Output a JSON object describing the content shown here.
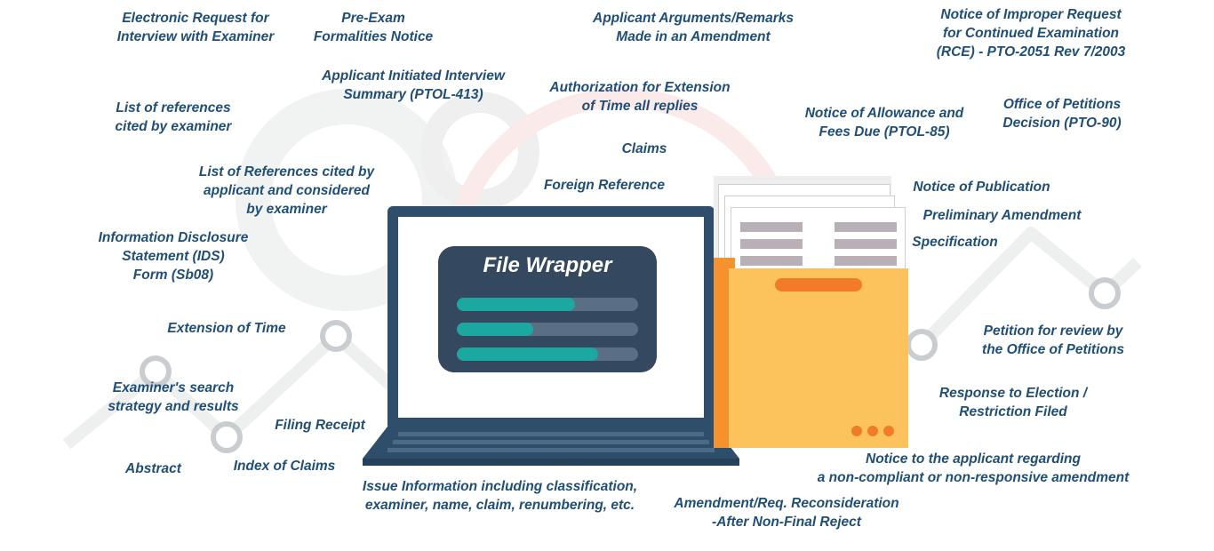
{
  "center": {
    "title": "File Wrapper",
    "progress": [
      0.65,
      0.42,
      0.78
    ]
  },
  "colors": {
    "label": "#1f4e78",
    "card": "#34485f",
    "teal": "#1aa8a0",
    "folder": "#fcc35c",
    "orange": "#f27b2b"
  },
  "labels": [
    {
      "id": "electronic-request",
      "text": "Electronic Request for\nInterview with Examiner"
    },
    {
      "id": "pre-exam",
      "text": "Pre-Exam\nFormalities Notice"
    },
    {
      "id": "applicant-arguments",
      "text": "Applicant Arguments/Remarks\nMade in an Amendment"
    },
    {
      "id": "notice-improper-rce",
      "text": "Notice of Improper Request\nfor Continued Examination\n(RCE) - PTO-2051 Rev 7/2003"
    },
    {
      "id": "applicant-interview-summary",
      "text": "Applicant Initiated Interview\nSummary (PTOL-413)"
    },
    {
      "id": "authorization-extension",
      "text": "Authorization for Extension\nof Time all replies"
    },
    {
      "id": "references-examiner",
      "text": "List of references\ncited by examiner"
    },
    {
      "id": "notice-allowance",
      "text": "Notice of Allowance and\nFees Due (PTOL-85)"
    },
    {
      "id": "office-petitions-decision",
      "text": "Office of Petitions\nDecision (PTO-90)"
    },
    {
      "id": "claims",
      "text": "Claims"
    },
    {
      "id": "references-applicant",
      "text": "List of References cited by\napplicant and considered\nby examiner"
    },
    {
      "id": "foreign-reference",
      "text": "Foreign Reference"
    },
    {
      "id": "notice-publication",
      "text": "Notice of Publication"
    },
    {
      "id": "preliminary-amendment",
      "text": "Preliminary Amendment"
    },
    {
      "id": "ids-form",
      "text": "Information Disclosure\nStatement (IDS)\nForm (Sb08)"
    },
    {
      "id": "specification",
      "text": "Specification"
    },
    {
      "id": "extension-of-time",
      "text": "Extension of Time"
    },
    {
      "id": "petition-review",
      "text": "Petition for review by\nthe Office of Petitions"
    },
    {
      "id": "examiner-search",
      "text": "Examiner's search\nstrategy and results"
    },
    {
      "id": "response-election",
      "text": "Response to Election /\nRestriction Filed"
    },
    {
      "id": "filing-receipt",
      "text": "Filing Receipt"
    },
    {
      "id": "abstract",
      "text": "Abstract"
    },
    {
      "id": "index-claims",
      "text": "Index of Claims"
    },
    {
      "id": "notice-noncompliant",
      "text": "Notice to the applicant regarding\na non-compliant or non-responsive amendment"
    },
    {
      "id": "issue-information",
      "text": "Issue Information including classification,\nexaminer, name, claim, renumbering, etc."
    },
    {
      "id": "amendment-reconsideration",
      "text": "Amendment/Req. Reconsideration\n-After Non-Final Reject"
    }
  ]
}
